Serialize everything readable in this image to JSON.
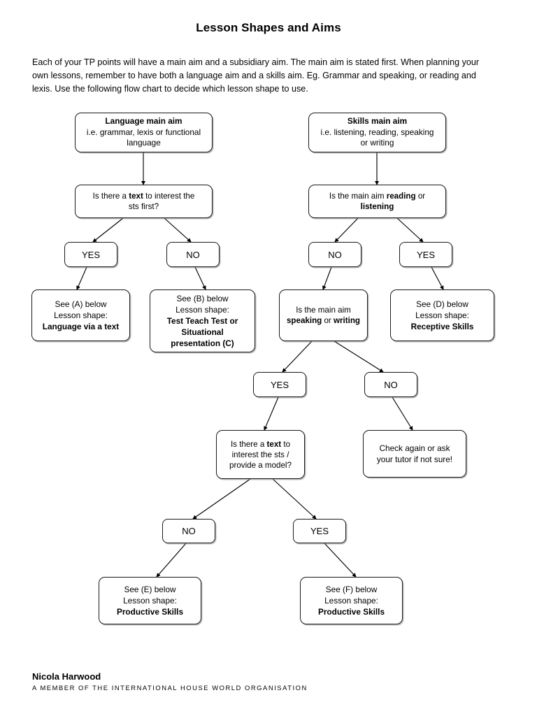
{
  "document": {
    "title": "Lesson Shapes and Aims",
    "intro": "Each of your TP points will have a main aim and a subsidiary aim. The main aim is stated first. When planning your own lessons, remember to have both a language aim and a skills aim. Eg. Grammar and speaking, or reading and lexis. Use the following flow chart to decide which lesson shape to use."
  },
  "colors": {
    "page_background": "#ffffff",
    "text": "#000000",
    "node_border": "#1a1a1a",
    "node_fill": "#ffffff",
    "node_shadow": "#828282",
    "edge_stroke": "#000000"
  },
  "chart_data": {
    "type": "diagram",
    "title": "Lesson Shapes and Aims",
    "orientation": "top-down",
    "nodes": [
      {
        "id": "language-main-aim",
        "kind": "start",
        "lines": [
          {
            "text": "Language main aim",
            "bold": true
          },
          {
            "text": "i.e. grammar, lexis or functional",
            "bold": false
          },
          {
            "text": "language",
            "bold": false
          }
        ]
      },
      {
        "id": "skills-main-aim",
        "kind": "start",
        "lines": [
          {
            "text": "Skills main aim",
            "bold": true
          },
          {
            "text": "i.e. listening, reading, speaking",
            "bold": false
          },
          {
            "text": "or writing",
            "bold": false
          }
        ]
      },
      {
        "id": "q-text-interest-first",
        "kind": "question",
        "lines": [
          {
            "rich": "Is there a <b>text</b> to interest the"
          },
          {
            "rich": "sts first?"
          }
        ]
      },
      {
        "id": "q-reading-or-listening",
        "kind": "question",
        "lines": [
          {
            "rich": "Is the main aim <b>reading</b> or"
          },
          {
            "rich": "<b>listening</b>"
          }
        ]
      },
      {
        "id": "yes-1",
        "kind": "answer",
        "label": "YES"
      },
      {
        "id": "no-1",
        "kind": "answer",
        "label": "NO"
      },
      {
        "id": "no-2",
        "kind": "answer",
        "label": "NO"
      },
      {
        "id": "yes-2",
        "kind": "answer",
        "label": "YES"
      },
      {
        "id": "outcome-a",
        "kind": "outcome",
        "lines": [
          {
            "text": "See (A) below",
            "bold": false
          },
          {
            "text": "Lesson shape:",
            "bold": false
          },
          {
            "text": "Language via a text",
            "bold": true
          }
        ]
      },
      {
        "id": "outcome-b",
        "kind": "outcome",
        "lines": [
          {
            "text": "See (B) below",
            "bold": false
          },
          {
            "text": "Lesson shape:",
            "bold": false
          },
          {
            "text": "Test Teach Test or",
            "bold": true
          },
          {
            "text": "Situational",
            "bold": true
          },
          {
            "text": "presentation (C)",
            "bold": true
          }
        ]
      },
      {
        "id": "q-speaking-or-writing",
        "kind": "question",
        "lines": [
          {
            "rich": "Is the main aim"
          },
          {
            "rich": "<b>speaking</b> or <b>writing</b>"
          }
        ]
      },
      {
        "id": "outcome-d",
        "kind": "outcome",
        "lines": [
          {
            "text": "See (D) below",
            "bold": false
          },
          {
            "text": "Lesson shape:",
            "bold": false
          },
          {
            "text": "Receptive Skills",
            "bold": true
          }
        ]
      },
      {
        "id": "yes-3",
        "kind": "answer",
        "label": "YES"
      },
      {
        "id": "no-3",
        "kind": "answer",
        "label": "NO"
      },
      {
        "id": "q-text-provide-model",
        "kind": "question",
        "lines": [
          {
            "rich": "Is there a <b>text</b> to"
          },
          {
            "rich": "interest the sts /"
          },
          {
            "rich": "provide a model?"
          }
        ]
      },
      {
        "id": "check-again",
        "kind": "outcome",
        "lines": [
          {
            "text": "Check again or ask",
            "bold": false
          },
          {
            "text": "your tutor if not sure!",
            "bold": false
          }
        ]
      },
      {
        "id": "no-4",
        "kind": "answer",
        "label": "NO"
      },
      {
        "id": "yes-4",
        "kind": "answer",
        "label": "YES"
      },
      {
        "id": "outcome-e",
        "kind": "outcome",
        "lines": [
          {
            "text": "See (E) below",
            "bold": false
          },
          {
            "text": "Lesson shape:",
            "bold": false
          },
          {
            "text": "Productive Skills",
            "bold": true
          }
        ]
      },
      {
        "id": "outcome-f",
        "kind": "outcome",
        "lines": [
          {
            "text": "See (F) below",
            "bold": false
          },
          {
            "text": "Lesson shape:",
            "bold": false
          },
          {
            "text": "Productive Skills",
            "bold": true
          }
        ]
      }
    ],
    "edges": [
      {
        "from": "language-main-aim",
        "to": "q-text-interest-first"
      },
      {
        "from": "skills-main-aim",
        "to": "q-reading-or-listening"
      },
      {
        "from": "q-text-interest-first",
        "to": "yes-1"
      },
      {
        "from": "q-text-interest-first",
        "to": "no-1"
      },
      {
        "from": "q-reading-or-listening",
        "to": "no-2"
      },
      {
        "from": "q-reading-or-listening",
        "to": "yes-2"
      },
      {
        "from": "yes-1",
        "to": "outcome-a"
      },
      {
        "from": "no-1",
        "to": "outcome-b"
      },
      {
        "from": "no-2",
        "to": "q-speaking-or-writing"
      },
      {
        "from": "yes-2",
        "to": "outcome-d"
      },
      {
        "from": "q-speaking-or-writing",
        "to": "yes-3"
      },
      {
        "from": "q-speaking-or-writing",
        "to": "no-3"
      },
      {
        "from": "yes-3",
        "to": "q-text-provide-model"
      },
      {
        "from": "no-3",
        "to": "check-again"
      },
      {
        "from": "q-text-provide-model",
        "to": "no-4"
      },
      {
        "from": "q-text-provide-model",
        "to": "yes-4"
      },
      {
        "from": "no-4",
        "to": "outcome-e"
      },
      {
        "from": "yes-4",
        "to": "outcome-f"
      }
    ]
  },
  "footer": {
    "name": "Nicola Harwood",
    "organisation": "A MEMBER OF THE INTERNATIONAL HOUSE WORLD ORGANISATION"
  }
}
